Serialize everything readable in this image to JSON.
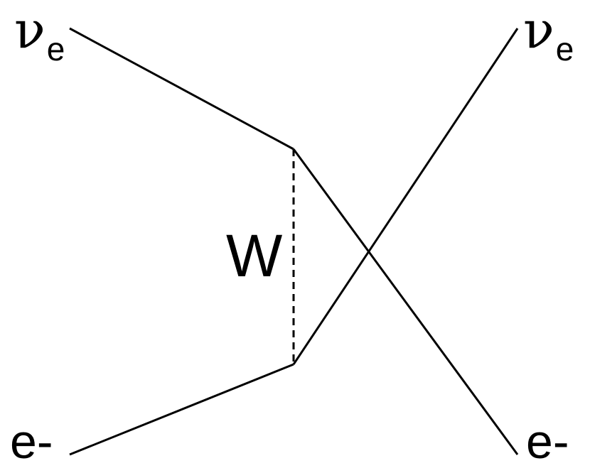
{
  "labels": {
    "incoming_neutrino_symbol": "ν",
    "incoming_neutrino_subscript": "e",
    "outgoing_neutrino_symbol": "ν",
    "outgoing_neutrino_subscript": "e",
    "incoming_electron": "e-",
    "outgoing_electron": "e-",
    "boson": "W"
  },
  "colors": {
    "line": "#000000",
    "background": "#ffffff"
  }
}
